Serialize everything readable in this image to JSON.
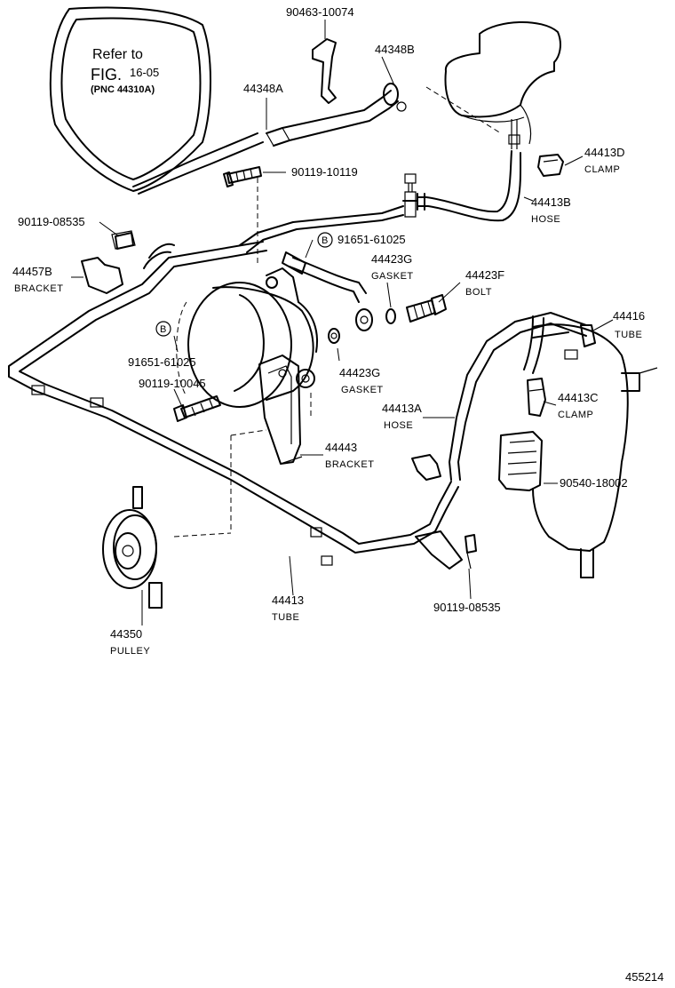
{
  "reference_note": {
    "line1": "Refer to",
    "fig_word": "FIG.",
    "fig_number": "16-05",
    "pnc": "(PNC 44310A)"
  },
  "callouts": [
    {
      "id": "c1",
      "number": "90463-10074",
      "name": ""
    },
    {
      "id": "c2",
      "number": "44348B",
      "name": ""
    },
    {
      "id": "c3",
      "number": "44348A",
      "name": ""
    },
    {
      "id": "c4",
      "number": "90119-10119",
      "name": ""
    },
    {
      "id": "c5",
      "number": "44413D",
      "name": "CLAMP"
    },
    {
      "id": "c6",
      "number": "44413B",
      "name": "HOSE"
    },
    {
      "id": "c7",
      "number": "90119-08535",
      "name": ""
    },
    {
      "id": "c8",
      "number": "91651-61025",
      "name": ""
    },
    {
      "id": "c9",
      "number": "44457B",
      "name": "BRACKET"
    },
    {
      "id": "c10",
      "number": "44423G",
      "name": "GASKET"
    },
    {
      "id": "c11",
      "number": "44423F",
      "name": "BOLT"
    },
    {
      "id": "c12",
      "number": "44416",
      "name": "TUBE"
    },
    {
      "id": "c13",
      "number": "91651-61025",
      "name": ""
    },
    {
      "id": "c14",
      "number": "90119-10045",
      "name": ""
    },
    {
      "id": "c15",
      "number": "44423G",
      "name": "GASKET"
    },
    {
      "id": "c16",
      "number": "44413C",
      "name": "CLAMP"
    },
    {
      "id": "c17",
      "number": "44413A",
      "name": "HOSE"
    },
    {
      "id": "c18",
      "number": "44443",
      "name": "BRACKET"
    },
    {
      "id": "c19",
      "number": "90540-18002",
      "name": ""
    },
    {
      "id": "c20",
      "number": "44413",
      "name": "TUBE"
    },
    {
      "id": "c21",
      "number": "90119-08535",
      "name": ""
    },
    {
      "id": "c22",
      "number": "44350",
      "name": "PULLEY"
    }
  ],
  "circle_marks": [
    "B",
    "B"
  ],
  "diagram_code": "455214"
}
